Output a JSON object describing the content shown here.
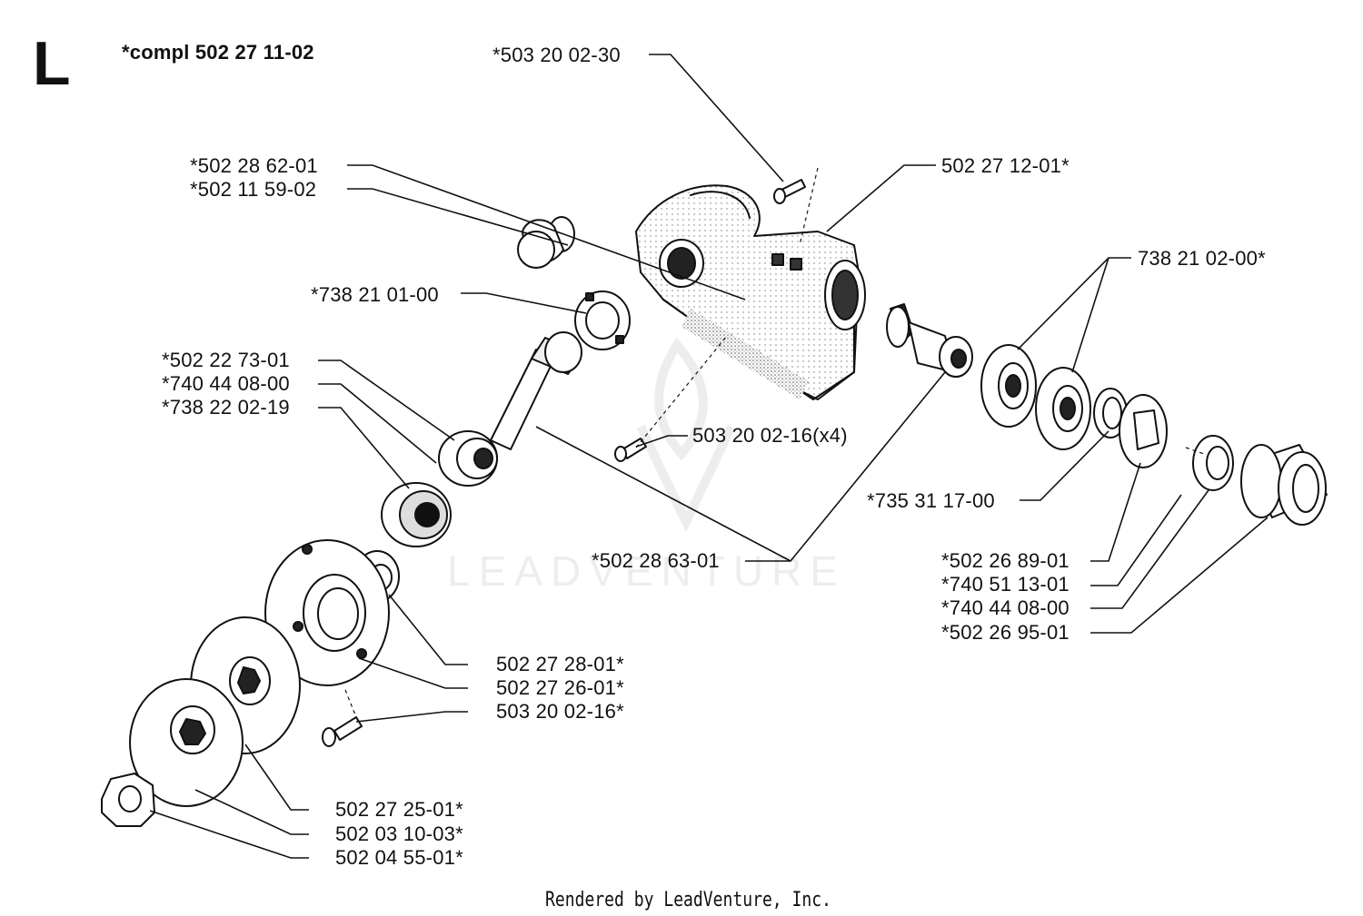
{
  "section_letter": "L",
  "assembly_label": "*compl 502 27 11-02",
  "watermark": "LEADVENTURE",
  "footer": "Rendered by LeadVenture, Inc.",
  "callouts": [
    {
      "id": "c1",
      "text": "*503 20 02-30"
    },
    {
      "id": "c2",
      "text": "*502 28 62-01"
    },
    {
      "id": "c3",
      "text": "*502 11 59-02"
    },
    {
      "id": "c4",
      "text": "502 27 12-01*"
    },
    {
      "id": "c5",
      "text": "738 21 02-00*"
    },
    {
      "id": "c6",
      "text": "*738 21 01-00"
    },
    {
      "id": "c7",
      "text": "*502 22 73-01"
    },
    {
      "id": "c8",
      "text": "*740 44 08-00"
    },
    {
      "id": "c9",
      "text": "*738 22 02-19"
    },
    {
      "id": "c10",
      "text": "503 20 02-16(x4)"
    },
    {
      "id": "c11",
      "text": "*735 31 17-00"
    },
    {
      "id": "c12",
      "text": "*502 28 63-01"
    },
    {
      "id": "c13",
      "text": "*502 26 89-01"
    },
    {
      "id": "c14",
      "text": "*740 51 13-01"
    },
    {
      "id": "c15",
      "text": "*740 44 08-00"
    },
    {
      "id": "c16",
      "text": "*502 26 95-01"
    },
    {
      "id": "c17",
      "text": "502 27 28-01*"
    },
    {
      "id": "c18",
      "text": "502 27 26-01*"
    },
    {
      "id": "c19",
      "text": "503 20 02-16*"
    },
    {
      "id": "c20",
      "text": "502 27 25-01*"
    },
    {
      "id": "c21",
      "text": "502 03 10-03*"
    },
    {
      "id": "c22",
      "text": "502 04 55-01*"
    }
  ]
}
